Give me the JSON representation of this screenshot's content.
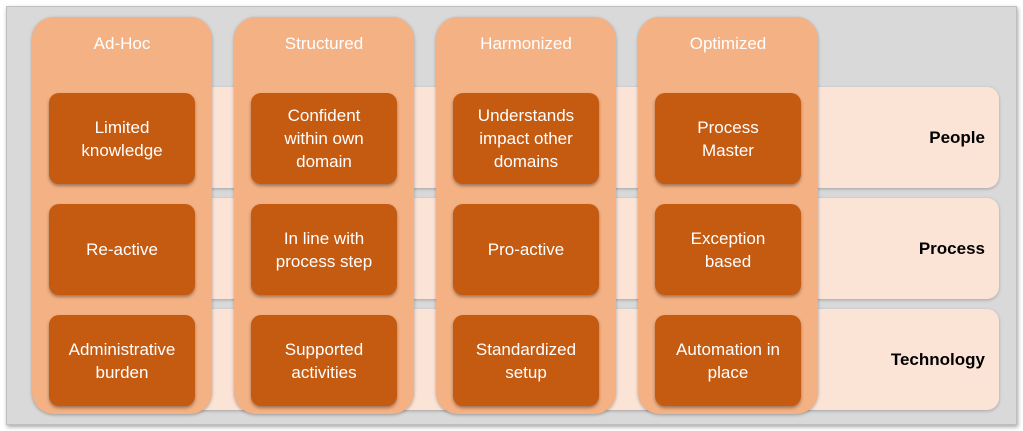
{
  "rows": [
    {
      "label": "People"
    },
    {
      "label": "Process"
    },
    {
      "label": "Technology"
    }
  ],
  "columns": [
    {
      "title": "Ad-Hoc",
      "cells": [
        "Limited\nknowledge",
        "Re-active",
        "Administrative\nburden"
      ]
    },
    {
      "title": "Structured",
      "cells": [
        "Confident\nwithin own\ndomain",
        "In line with\nprocess step",
        "Supported\nactivities"
      ]
    },
    {
      "title": "Harmonized",
      "cells": [
        "Understands\nimpact other\ndomains",
        "Pro-active",
        "Standardized\nsetup"
      ]
    },
    {
      "title": "Optimized",
      "cells": [
        "Process\nMaster",
        "Exception\nbased",
        "Automation in\nplace"
      ]
    }
  ],
  "colors": {
    "column_fill": "#f4b183",
    "cell_fill": "#c55a11",
    "row_band_fill": "#fbe3d6",
    "frame_fill": "#d9d9d9"
  }
}
